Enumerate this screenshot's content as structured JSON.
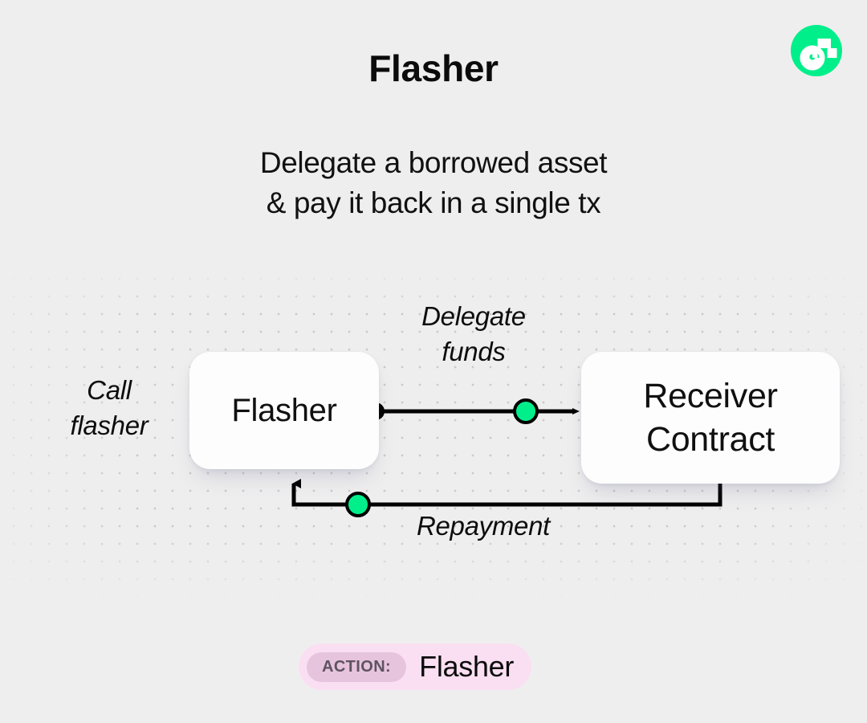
{
  "page": {
    "background_color": "#efeeee",
    "title": "Flasher",
    "subtitle_line1": "Delegate a borrowed asset",
    "subtitle_line2": "& pay it back in a single tx"
  },
  "logo": {
    "name": "flow-logo",
    "circle_color": "#00ef8b",
    "glyph_color": "#ffffff"
  },
  "diagram": {
    "nodes": [
      {
        "id": "flasher",
        "label": "Flasher"
      },
      {
        "id": "receiver",
        "label_line1": "Receiver",
        "label_line2": "Contract"
      }
    ],
    "labels": {
      "call_line1": "Call",
      "call_line2": "flasher",
      "delegate_line1": "Delegate",
      "delegate_line2": "funds",
      "repayment": "Repayment"
    },
    "colors": {
      "node_dot": "#000000",
      "green_node": "#00ef8b",
      "edge_line": "#000000",
      "grid_dot": "#c9c9cc",
      "card": "#fdfdfd"
    }
  },
  "action_badge": {
    "key": "ACTION:",
    "value": "Flasher",
    "pill_color": "#fadff2",
    "key_pill_color": "#e7c4de"
  }
}
